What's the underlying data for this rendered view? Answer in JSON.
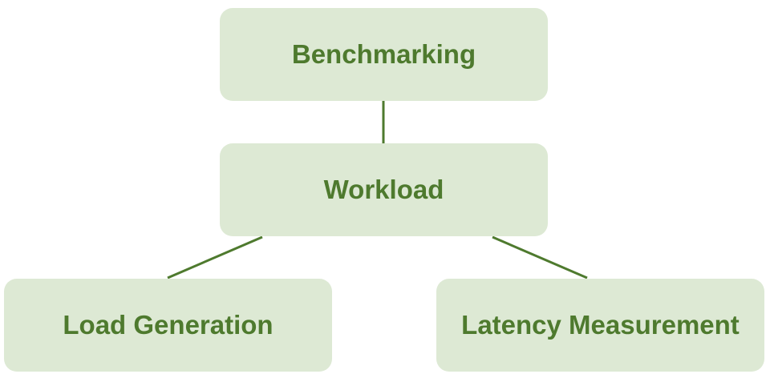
{
  "diagram": {
    "nodes": {
      "root": {
        "label": "Benchmarking"
      },
      "middle": {
        "label": "Workload"
      },
      "left": {
        "label": "Load Generation"
      },
      "right": {
        "label": "Latency Measurement"
      }
    },
    "edges": [
      {
        "from": "Benchmarking",
        "to": "Workload"
      },
      {
        "from": "Workload",
        "to": "Load Generation"
      },
      {
        "from": "Workload",
        "to": "Latency Measurement"
      }
    ],
    "colors": {
      "node_fill": "#dde9d4",
      "text": "#4e7a2e",
      "connector": "#4e7a2e"
    }
  }
}
